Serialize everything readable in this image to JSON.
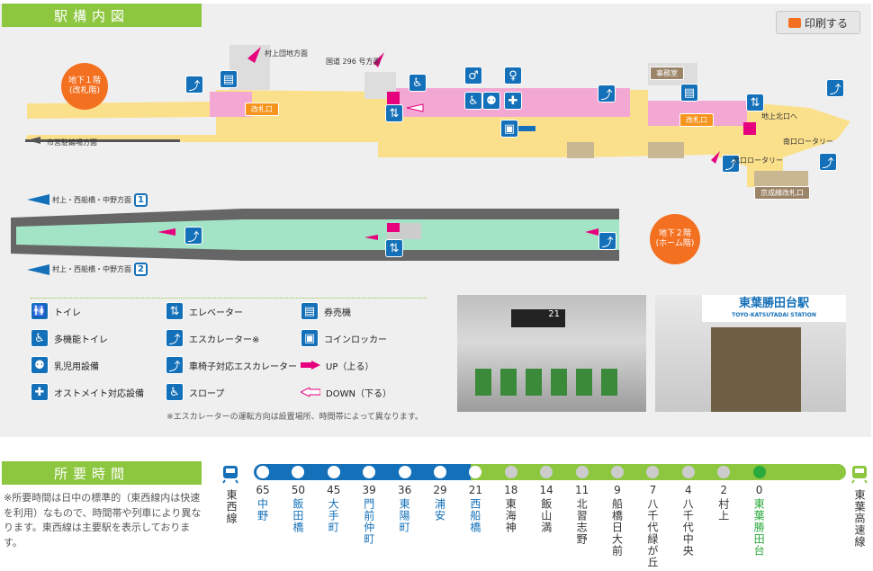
{
  "header": {
    "title": "駅構内図",
    "print_label": "印刷する"
  },
  "map": {
    "floor_b1": "地下１階\n(改札階)",
    "floor_b2": "地下２階\n(ホーム階)",
    "labels": {
      "murakami_bus": "村上団地方面",
      "route296": "国道 296 号方面",
      "office": "事務室",
      "gate_west": "改札口",
      "gate_east": "改札口",
      "exit_north": "地上北口へ",
      "south_rotary": "南口ロータリー",
      "north_rotary": "北口ロータリー",
      "keisei_gate": "京成線改札口",
      "city_parking": "市営駐輪場方面"
    },
    "tracks": [
      {
        "label": "村上・西船橋・中野方面",
        "num": "1"
      },
      {
        "label": "村上・西船橋・中野方面",
        "num": "2"
      }
    ]
  },
  "legend": {
    "items": [
      {
        "icon": "toilet-icon",
        "label": "トイレ",
        "glyph": "🚻"
      },
      {
        "icon": "elevator-icon",
        "label": "エレベーター",
        "glyph": "⇅"
      },
      {
        "icon": "ticket-machine-icon",
        "label": "券売機",
        "glyph": "▤"
      },
      {
        "icon": "accessible-toilet-icon",
        "label": "多機能トイレ",
        "glyph": "♿"
      },
      {
        "icon": "escalator-icon",
        "label": "エスカレーター※",
        "glyph": "⤴"
      },
      {
        "icon": "coin-locker-icon",
        "label": "コインロッカー",
        "glyph": "▣"
      },
      {
        "icon": "baby-room-icon",
        "label": "乳児用設備",
        "glyph": "👶"
      },
      {
        "icon": "wheelchair-escalator-icon",
        "label": "車椅子対応エスカレーター",
        "glyph": "⤴"
      },
      {
        "icon": "up-arrow-icon",
        "label": "UP（上る）",
        "glyph": ""
      },
      {
        "icon": "ostomate-icon",
        "label": "オストメイト対応設備",
        "glyph": "✚"
      },
      {
        "icon": "slope-icon",
        "label": "スロープ",
        "glyph": "♿"
      },
      {
        "icon": "down-arrow-icon",
        "label": "DOWN（下る）",
        "glyph": ""
      }
    ],
    "note": "※エスカレーターの運転方向は設置場所、時間帯によって異なります。"
  },
  "photos": {
    "sign_text": "東葉勝田台駅",
    "sign_sub": "TOYO-KATSUTADAI STATION",
    "board_num": "21"
  },
  "travel": {
    "title": "所要時間",
    "note": "※所要時間は日中の標準的（東西線内は快速を利用）なもので、時間帯や列車により異なります。東西線は主要駅を表示しております。",
    "line_left": "東西線",
    "line_right": "東葉高速線",
    "stations": [
      {
        "min": "65",
        "name": "中野",
        "line": "tozai"
      },
      {
        "min": "50",
        "name": "飯田橋",
        "line": "tozai"
      },
      {
        "min": "45",
        "name": "大手町",
        "line": "tozai"
      },
      {
        "min": "39",
        "name": "門前仲町",
        "line": "tozai"
      },
      {
        "min": "36",
        "name": "東陽町",
        "line": "tozai"
      },
      {
        "min": "29",
        "name": "浦安",
        "line": "tozai"
      },
      {
        "min": "21",
        "name": "西船橋",
        "line": "tozai"
      },
      {
        "min": "18",
        "name": "東海神",
        "line": "toyo"
      },
      {
        "min": "14",
        "name": "飯山満",
        "line": "toyo"
      },
      {
        "min": "11",
        "name": "北習志野",
        "line": "toyo"
      },
      {
        "min": "9",
        "name": "船橋日大前",
        "line": "toyo"
      },
      {
        "min": "7",
        "name": "八千代緑が丘",
        "line": "toyo"
      },
      {
        "min": "4",
        "name": "八千代中央",
        "line": "toyo"
      },
      {
        "min": "2",
        "name": "村上",
        "line": "toyo"
      },
      {
        "min": "0",
        "name": "東葉勝田台",
        "line": "current"
      }
    ],
    "colors": {
      "tozai": "#1470b8",
      "toyo": "#8dc63f",
      "current": "#2aa93c",
      "stop": "#cccccc"
    }
  }
}
